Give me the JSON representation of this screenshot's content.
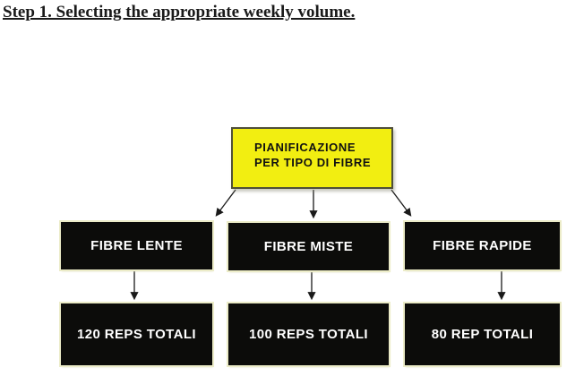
{
  "page": {
    "title": "Step 1. Selecting the appropriate weekly volume."
  },
  "diagram": {
    "root": {
      "line1": "PIANIFICAZIONE",
      "line2": "PER TIPO DI FIBRE"
    },
    "branches": [
      {
        "label": "FIBRE LENTE",
        "total": "120 REPS TOTALI"
      },
      {
        "label": "FIBRE MISTE",
        "total": "100 REPS TOTALI"
      },
      {
        "label": "FIBRE RAPIDE",
        "total": "80 REP TOTALI"
      }
    ],
    "colors": {
      "root_fill": "#f2ee11",
      "root_border": "#4f4f38",
      "node_fill": "#0c0c0a",
      "node_text": "#ffffff",
      "arrow": "#1a1a1a"
    }
  }
}
